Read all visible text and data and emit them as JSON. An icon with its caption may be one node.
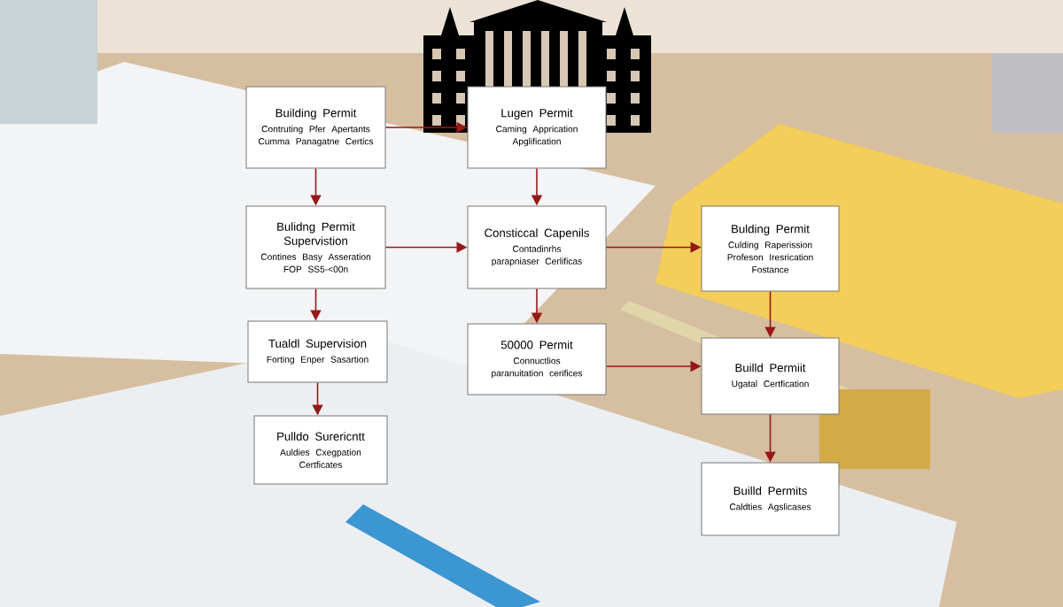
{
  "diagram": {
    "nodes": [
      {
        "text": [
          "Building Permit",
          "Contruting Pfer Apertants Cumma Panagatne Certics"
        ]
      },
      {
        "text": [
          "Lugen Permit",
          "Caming Apprication Apglification"
        ]
      },
      {
        "text": [
          "Bulidng Permit Supervistion",
          "Contines Basy Asseration FOP SS5-<00n"
        ]
      },
      {
        "text": [
          "Consticcal Capenils",
          "Contadinrhs parapniaser Cerlificas"
        ]
      },
      {
        "text": [
          "Bulding Permit",
          "Culding Raperission Profeson Iresrication Fostance"
        ]
      },
      {
        "text": [
          "Tualdl Supervision",
          "Forting Enper Sasartion"
        ]
      },
      {
        "text": [
          "50000 Permit",
          "Connuctlios paranuitation cerifices"
        ]
      },
      {
        "text": [
          "Builld Permiit",
          "Ugatal Certfication"
        ]
      },
      {
        "text": [
          "Pulldo Surericntt",
          "Auldies Cxegpation Certficates"
        ]
      },
      {
        "text": [
          "Builld Permits",
          "Caldties Agslicases"
        ]
      }
    ],
    "edges": [
      {
        "from": 0,
        "to": 1,
        "arrow": "to"
      },
      {
        "from": 0,
        "to": 2,
        "arrow": "to"
      },
      {
        "from": 1,
        "to": 3,
        "arrow": "to"
      },
      {
        "from": 2,
        "to": 3,
        "arrow": "to"
      },
      {
        "from": 3,
        "to": 4,
        "arrow": "to"
      },
      {
        "from": 2,
        "to": 5,
        "arrow": "to"
      },
      {
        "from": 3,
        "to": 6,
        "arrow": "to"
      },
      {
        "from": 4,
        "to": 7,
        "arrow": "to"
      },
      {
        "from": 6,
        "to": 7,
        "arrow": "to"
      },
      {
        "from": 5,
        "to": 8,
        "arrow": "to"
      },
      {
        "from": 7,
        "to": 9,
        "arrow": "to"
      }
    ]
  }
}
